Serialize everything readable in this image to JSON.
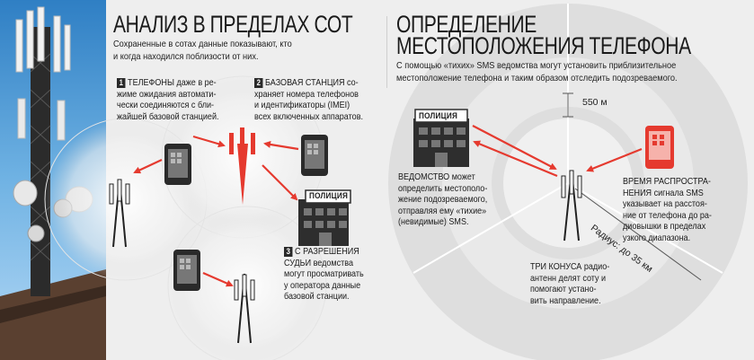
{
  "left_section": {
    "title": "АНАЛИЗ В ПРЕДЕЛАХ СОТ",
    "intro_line1": "Сохраненные в сотах данные показывают, кто",
    "intro_line2": "и когда находился поблизости от них.",
    "step1": {
      "number": "1",
      "lines": [
        "ТЕЛЕФОНЫ даже в ре-",
        "жиме ожидания автомати-",
        "чески соединяются с бли-",
        "жайшей базовой станцией."
      ]
    },
    "step2": {
      "number": "2",
      "lines": [
        "БАЗОВАЯ СТАНЦИЯ со-",
        "храняет номера телефонов",
        "и идентификаторы (IMEI)",
        "всех включенных аппаратов."
      ]
    },
    "step3": {
      "number": "3",
      "lines": [
        "С РАЗРЕШЕНИЯ",
        "СУДЬИ ведомства",
        "могут просматривать",
        "у оператора данные",
        "базовой станции."
      ]
    },
    "police_label": "ПОЛИЦИЯ"
  },
  "right_section": {
    "title_line1": "ОПРЕДЕЛЕНИЕ",
    "title_line2": "МЕСТОПОЛОЖЕНИЯ ТЕЛЕФОНА",
    "intro_line1": "С помощью «тихих» SMS ведомства могут установить приблизительное",
    "intro_line2": "местоположение телефона и таким образом отследить подозреваемого.",
    "police_label": "ПОЛИЦИЯ",
    "distance_label": "550 м",
    "radius_label": "Радиус: до 35 км",
    "agency_text": [
      "ВЕДОМСТВО может",
      "определить местополо-",
      "жение подозреваемого,",
      "отправляя ему «тихие»",
      "(невидимые) SMS."
    ],
    "time_text": [
      "ВРЕМЯ РАСПРОСТРА-",
      "НЕНИЯ сигнала SMS",
      "указывает на расстоя-",
      "ние от телефона до ра-",
      "диовышки в пределах",
      "узкого диапазона."
    ],
    "cones_text": [
      "ТРИ КОНУСА радио-",
      "антенн делят соту и",
      "помогают устано-",
      "вить направление."
    ]
  },
  "colors": {
    "accent_red": "#e53a2f",
    "dark": "#2a2a2a",
    "circle_light": "#e2e2e2",
    "circle_mid": "#d2d2d2"
  }
}
